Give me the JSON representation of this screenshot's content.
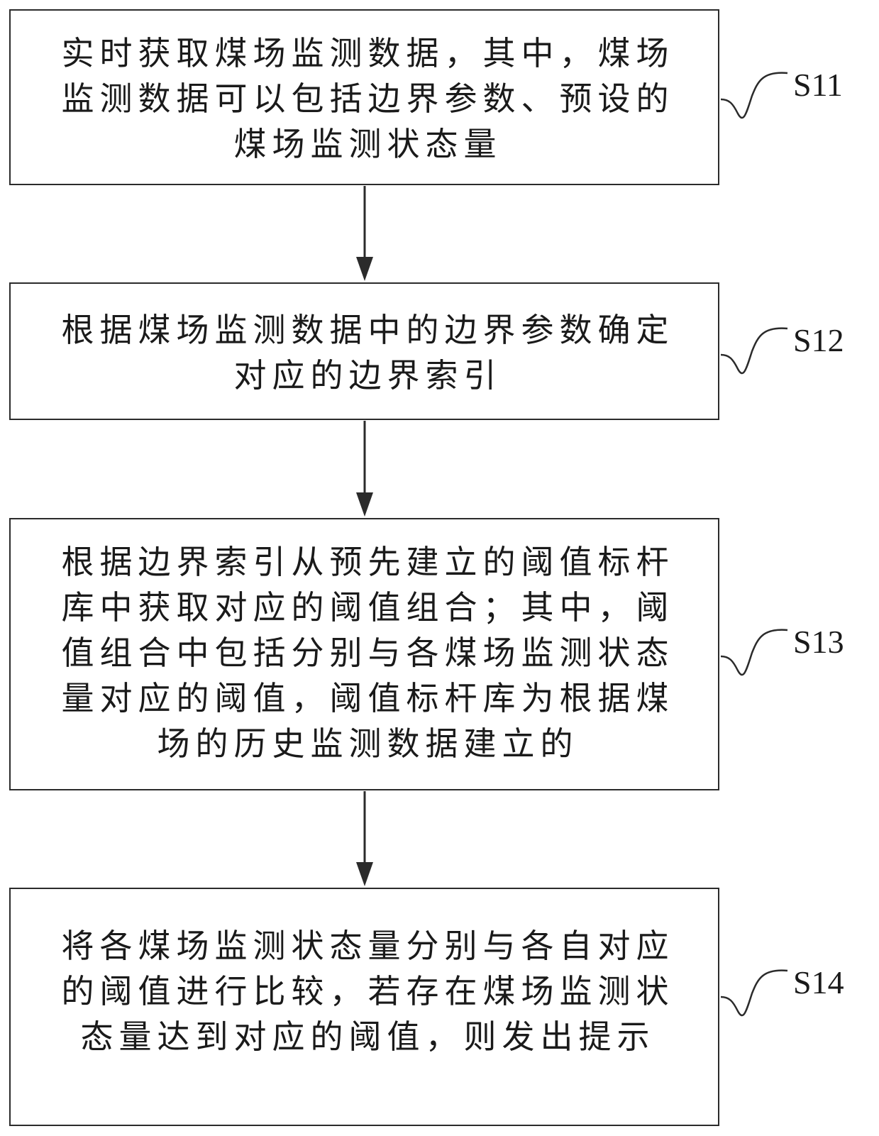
{
  "steps": [
    {
      "id": "S11",
      "label": "S11",
      "lines": [
        "实时获取煤场监测数据，其中，煤场",
        "监测数据可以包括边界参数、预设的",
        "煤场监测状态量"
      ]
    },
    {
      "id": "S12",
      "label": "S12",
      "lines": [
        "根据煤场监测数据中的边界参数确定",
        "对应的边界索引"
      ]
    },
    {
      "id": "S13",
      "label": "S13",
      "lines": [
        "根据边界索引从预先建立的阈值标杆",
        "库中获取对应的阈值组合；其中，阈",
        "值组合中包括分别与各煤场监测状态",
        "量对应的阈值，阈值标杆库为根据煤",
        "场的历史监测数据建立的"
      ]
    },
    {
      "id": "S14",
      "label": "S14",
      "lines": [
        "将各煤场监测状态量分别与各自对应",
        "的阈值进行比较，若存在煤场监测状",
        "态量达到对应的阈值，则发出提示"
      ]
    }
  ]
}
